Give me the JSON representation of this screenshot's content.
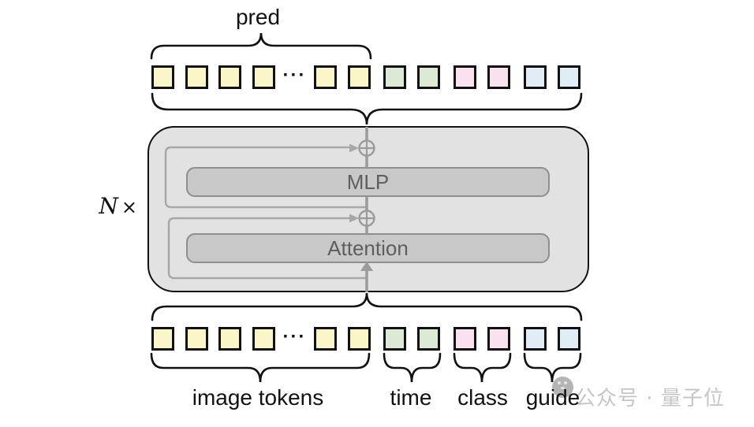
{
  "diagram": {
    "pred_label": "pred",
    "repeat_n": "N",
    "repeat_times": "×",
    "mlp_label": "MLP",
    "attention_label": "Attention",
    "dots": "···",
    "group_labels": {
      "image_tokens": "image tokens",
      "time": "time",
      "class": "class",
      "guide": "guide"
    }
  },
  "tokens": {
    "sequence": [
      "yellow",
      "yellow",
      "yellow",
      "yellow",
      "yellow",
      "yellow",
      "green",
      "green",
      "pink",
      "pink",
      "blue",
      "blue"
    ],
    "rows": [
      "top",
      "bottom"
    ]
  },
  "colors": {
    "token_yellow": "#FAF6C8",
    "token_green": "#DCEAD5",
    "token_pink": "#F9E2ED",
    "token_blue": "#E1EDF5",
    "token_border": "#111111",
    "ink": "#111111",
    "block_fill": "#E2E2E2",
    "inner_fill": "#C8C8C8",
    "inner_border": "#8E8E8E",
    "inner_text": "#5E5E5E",
    "flow_gray": "#9B9B9B",
    "skip_gray": "#A7A7A7",
    "watermark_icon": "#B4B4B4",
    "watermark_text": "#C6C6C6"
  },
  "watermark": {
    "icon": "qbitai-logo-circle",
    "text": "公众号 · 量子位"
  }
}
